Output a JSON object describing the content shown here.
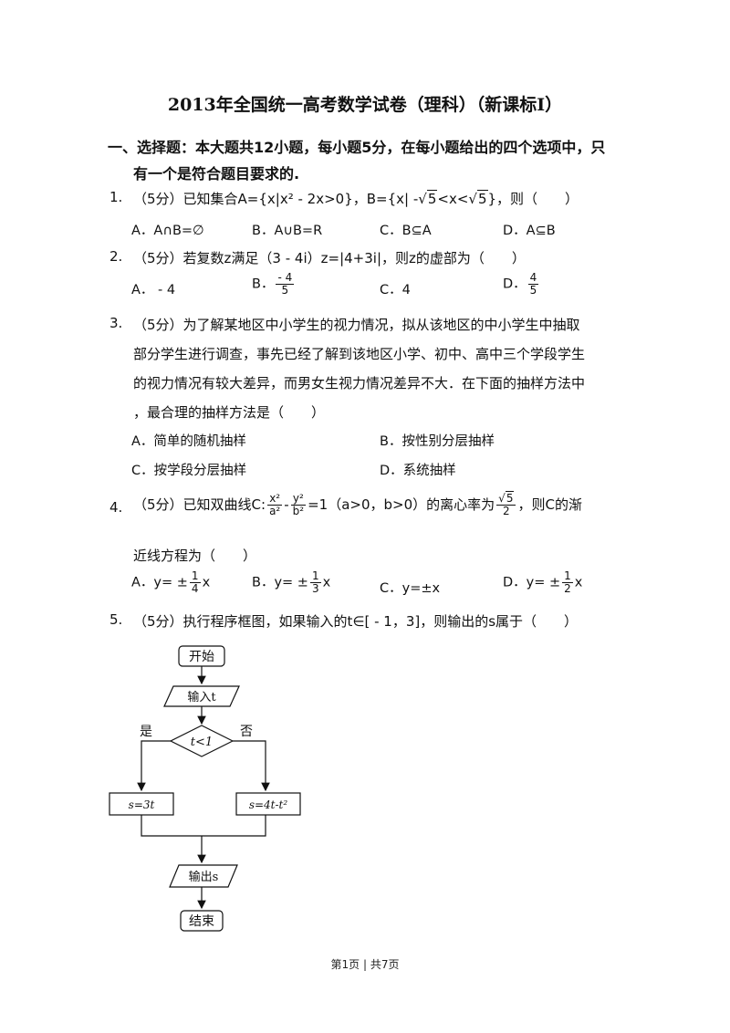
{
  "title": "2013年全国统一高考数学试卷（理科）（新课标Ⅰ）",
  "section": {
    "line1": "一、选择题：本大题共12小题，每小题5分，在每小题给出的四个选项中，只",
    "line2": "有一个是符合题目要求的."
  },
  "q1": {
    "num": "1.",
    "pre": "（5分）已知集合A={x|x² - 2x>0}，B={x| -",
    "mid": "5",
    "mid2": "<x<",
    "mid3": "5",
    "post": "}，则（　　）",
    "options": [
      "A．A∩B=∅",
      "B．A∪B=R",
      "C．B⊆A",
      "D．A⊆B"
    ]
  },
  "q2": {
    "num": "2.",
    "text": "（5分）若复数z满足（3 - 4i）z=|4+3i|，则z的虚部为（　　）",
    "optA": "A．  - 4",
    "optB_label": "B．",
    "optB_num": "- 4",
    "optB_den": "5",
    "optC": "C．4",
    "optD_label": "D．",
    "optD_num": "4",
    "optD_den": "5"
  },
  "q3": {
    "num": "3.",
    "lines": [
      "（5分）为了解某地区中小学生的视力情况，拟从该地区的中小学生中抽取",
      "部分学生进行调查，事先已经了解到该地区小学、初中、高中三个学段学生",
      "的视力情况有较大差异，而男女生视力情况差异不大．在下面的抽样方法中",
      "，最合理的抽样方法是（　　）"
    ],
    "options": [
      "A．简单的随机抽样",
      "B．按性别分层抽样",
      "C．按学段分层抽样",
      "D．系统抽样"
    ]
  },
  "q4": {
    "num": "4.",
    "pre": "（5分）已知双曲线C:",
    "f1n": "x²",
    "f1d": "a²",
    "minus": "-",
    "f2n": "y²",
    "f2d": "b²",
    "eq1": "=1（a>0，b>0）的离心率为",
    "sqrt5": "5",
    "den2": "2",
    "post": "，则C的渐",
    "line2": "近线方程为（　　）",
    "optA_pre": "A．y= ±",
    "optA_den": "4",
    "optB_pre": "B．y= ±",
    "optB_den": "3",
    "optC": "C．y=±x",
    "optD_pre": "D．y= ±",
    "optD_den": "2",
    "one": "1",
    "x": "x"
  },
  "q5": {
    "num": "5.",
    "text": "（5分）执行程序框图，如果输入的t∈[ - 1，3]，则输出的s属于（　　）"
  },
  "flowchart": {
    "start": "开始",
    "input": "输入t",
    "condition": "t<1",
    "yes": "是",
    "no": "否",
    "left_box": "s=3t",
    "right_box": "s=4t-t²",
    "output": "输出s",
    "end": "结束"
  },
  "footer": "第1页 | 共7页"
}
